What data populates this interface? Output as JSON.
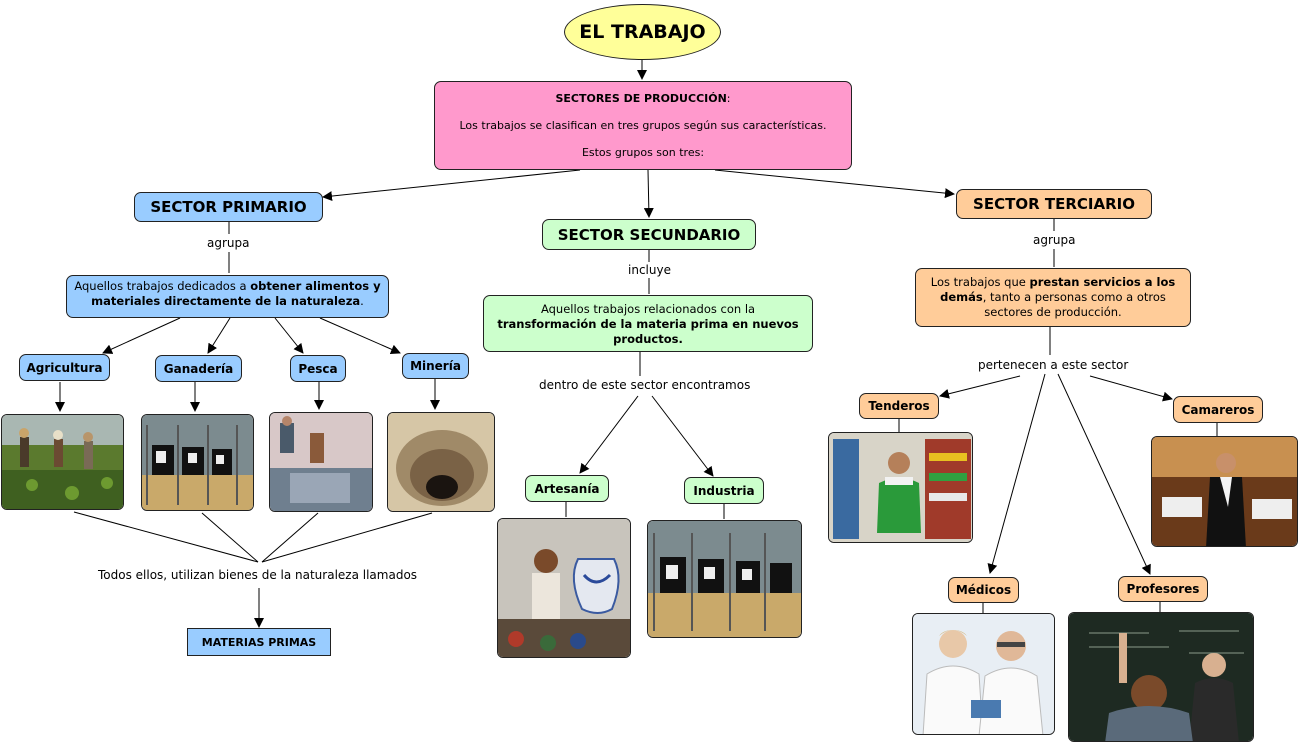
{
  "title": "EL TRABAJO",
  "intro": {
    "heading": "SECTORES DE PRODUCCIÓN",
    "heading_suffix": ":",
    "line1": "Los trabajos se clasifican en tres grupos según sus características.",
    "line2": "Estos grupos son tres:"
  },
  "primary": {
    "title": "SECTOR PRIMARIO",
    "link": "agrupa",
    "desc_pre": "Aquellos trabajos dedicados a ",
    "desc_bold": "obtener alimentos y materiales directamente de la naturaleza",
    "desc_post": ".",
    "items": [
      "Agricultura",
      "Ganadería",
      "Pesca",
      "Minería"
    ],
    "bottom_link": "Todos ellos, utilizan bienes de la naturaleza llamados",
    "result": "MATERIAS PRIMAS"
  },
  "secondary": {
    "title": "SECTOR SECUNDARIO",
    "link": "incluye",
    "desc_pre": "Aquellos trabajos relacionados con la ",
    "desc_bold": "transformación de la materia prima en nuevos productos.",
    "link2": "dentro de este sector encontramos",
    "items": [
      "Artesanía",
      "Industria"
    ]
  },
  "tertiary": {
    "title": "SECTOR TERCIARIO",
    "link": "agrupa",
    "desc_pre": "Los trabajos que ",
    "desc_bold": "prestan servicios a los demás",
    "desc_post": ", tanto a personas como a otros sectores de producción.",
    "link2": "pertenecen a este sector",
    "items": [
      "Tenderos",
      "Camareros",
      "Médicos",
      "Profesores"
    ]
  },
  "colors": {
    "title": "#ffff99",
    "intro": "#ff99cc",
    "primary": "#99ccff",
    "secondary": "#ccffcc",
    "tertiary": "#ffcc99"
  }
}
